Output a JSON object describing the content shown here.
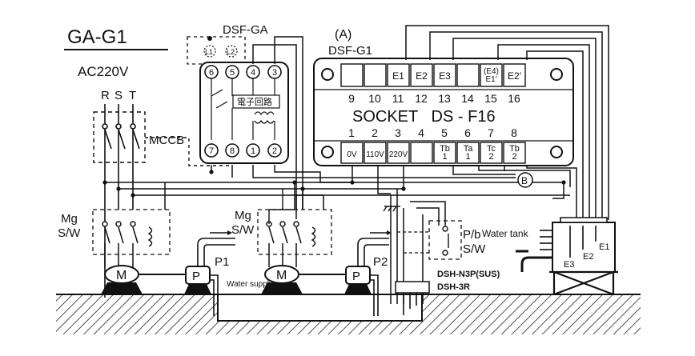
{
  "title": "GA-G1",
  "supply": "AC220V",
  "phases": [
    "R",
    "S",
    "T"
  ],
  "breaker_label": "MCCB",
  "relay_label": "DSF-GA",
  "relay_terminals_top": [
    "6",
    "5",
    "4",
    "3"
  ],
  "relay_terminals_bottom": [
    "7",
    "8",
    "1",
    "2"
  ],
  "relay_lamps": [
    "L1",
    "L2"
  ],
  "relay_circuit_text": "電子回路",
  "controller_marker": "(A)",
  "controller_label": "DSF-G1",
  "controller_top_terminals": [
    "",
    "",
    "E1",
    "E2",
    "E3",
    "",
    "(E4)\nE1′",
    "E2′"
  ],
  "controller_top_numbers": [
    "9",
    "10",
    "11",
    "12",
    "13",
    "14",
    "15",
    "16"
  ],
  "socket_text": "SOCKET   DS - F16",
  "controller_bottom_numbers": [
    "1",
    "2",
    "3",
    "4",
    "5",
    "6",
    "7",
    "8"
  ],
  "controller_bottom_terminals": [
    "0V",
    "110V",
    "220V",
    "",
    "Tb\n1",
    "Ta\n1",
    "Tc\n2",
    "Tb\n2"
  ],
  "b_marker": "B",
  "mg1_label": "Mg\nS/W",
  "mg2_label": "Mg\nS/W",
  "motor_letter": "M",
  "pump_letter": "P",
  "pump1_label": "P1",
  "pump2_label": "P2",
  "water_supply": "Water supply",
  "pb_label": "P/b\nS/W",
  "water_tank": "Water tank",
  "electrodes": [
    "E3",
    "E2",
    "E1"
  ],
  "model_1": "DSH-N3P(SUS)",
  "model_2": "DSH-3R"
}
